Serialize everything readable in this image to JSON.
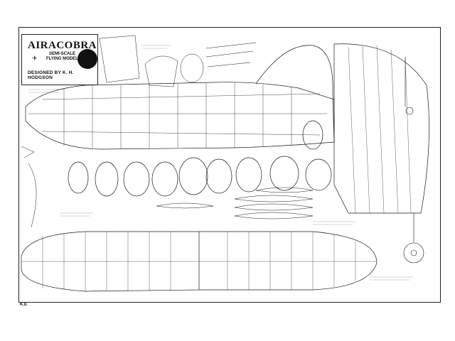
{
  "title_block": {
    "title": "AIRACOBRA",
    "subtitle_1": "SEMI-SCALE",
    "subtitle_2": "FLYING MODEL",
    "designer": "DESIGNED BY  K. H. HODGSON"
  },
  "sheet": {
    "corner_tag": "K.E"
  },
  "colors": {
    "ink": "#1a1a1a",
    "paper": "#ffffff"
  }
}
